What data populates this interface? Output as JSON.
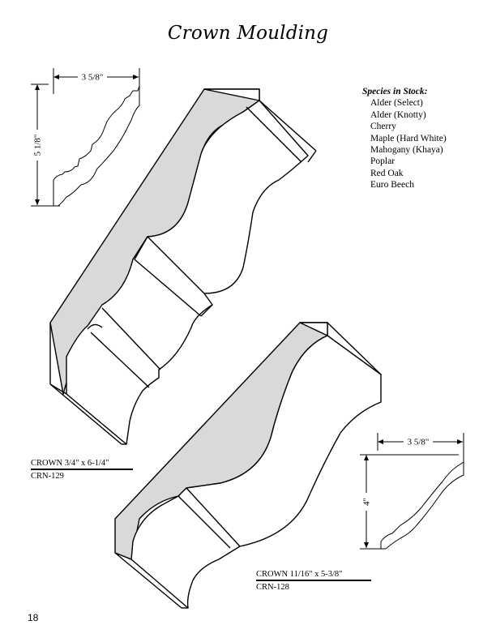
{
  "page": {
    "title": "Crown Moulding",
    "page_number": "18"
  },
  "species": {
    "heading": "Species in Stock:",
    "items": [
      "Alder (Select)",
      "Alder (Knotty)",
      "Cherry",
      "Maple (Hard White)",
      "Mahogany (Khaya)",
      "Poplar",
      "Red Oak",
      "Euro Beech"
    ]
  },
  "products": [
    {
      "name_size": "CROWN  3/4\" x 6-1/4\"",
      "code": "CRN-129",
      "profile_width": "3 5/8\"",
      "profile_height": "5 1/8\""
    },
    {
      "name_size": "CROWN  11/16\" x 5-3/8\"",
      "code": "CRN-128",
      "profile_width": "3 5/8\"",
      "profile_height": "4\""
    }
  ],
  "colors": {
    "face_fill": "#d9d9d9",
    "line": "#000000"
  }
}
